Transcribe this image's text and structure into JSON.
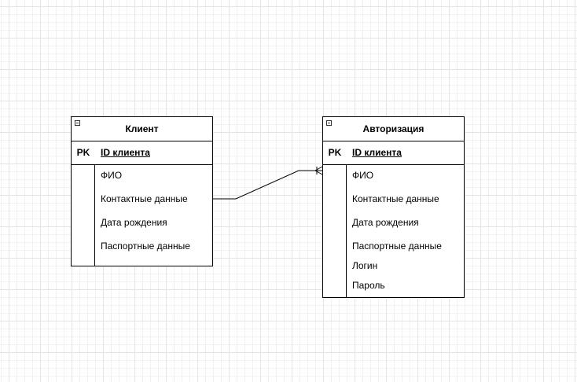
{
  "entities": [
    {
      "title": "Клиент",
      "pk_label": "PK",
      "pk_field": "ID клиента",
      "attributes": [
        "ФИО",
        "Контактные данные",
        "Дата рождения",
        "Паспортные данные"
      ]
    },
    {
      "title": "Авторизация",
      "pk_label": "PK",
      "pk_field": "ID клиента",
      "attributes": [
        "ФИО",
        "Контактные данные",
        "Дата рождения",
        "Паспортные данные",
        "Логин",
        "Пароль"
      ]
    }
  ],
  "relationship": {
    "from": "Клиент",
    "to": "Авторизация",
    "target_notation": "one-or-many"
  }
}
